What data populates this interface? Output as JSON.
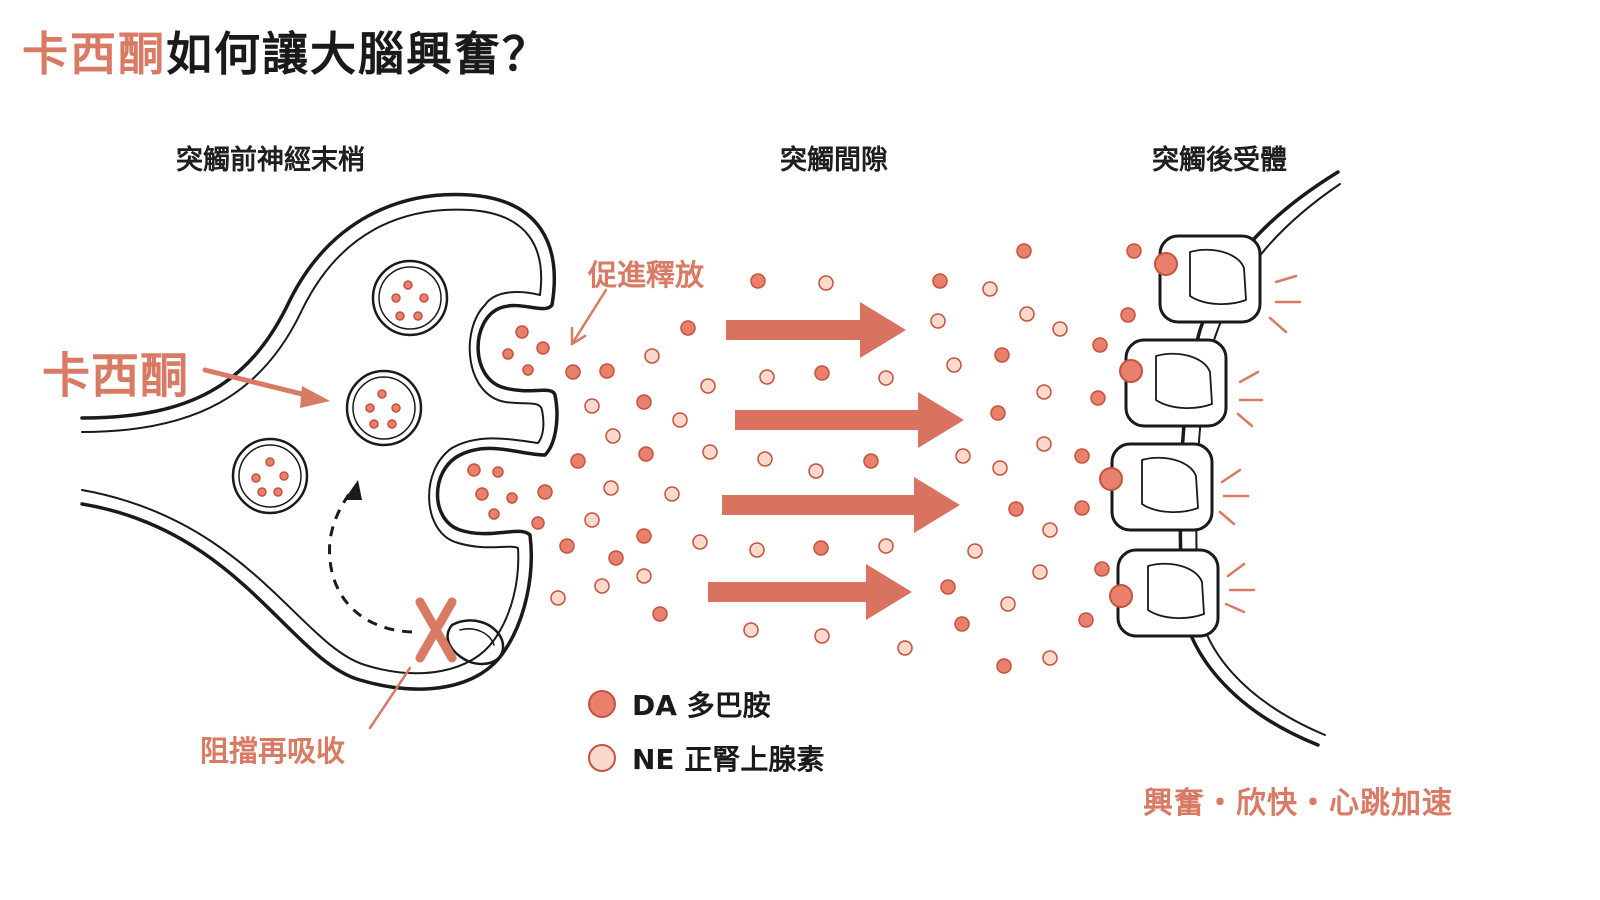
{
  "title": {
    "highlight": "卡西酮",
    "rest": "如何讓大腦興奮？"
  },
  "sections": {
    "presynaptic": "突觸前神經末梢",
    "cleft": "突觸間隙",
    "postsynaptic": "突觸後受體"
  },
  "annotations": {
    "drug": "卡西酮",
    "promote_release": "促進釋放",
    "block_reuptake": "阻擋再吸收",
    "effects": "興奮・欣快・心跳加速"
  },
  "legend": [
    {
      "abbr": "DA",
      "name": "多巴胺",
      "color": "#e8806c"
    },
    {
      "abbr": "NE",
      "name": "正腎上腺素",
      "color": "#fbd9cd"
    }
  ],
  "colors": {
    "accent": "#d97a64",
    "arrow": "#d9735f",
    "line": "#1a1a1a"
  }
}
